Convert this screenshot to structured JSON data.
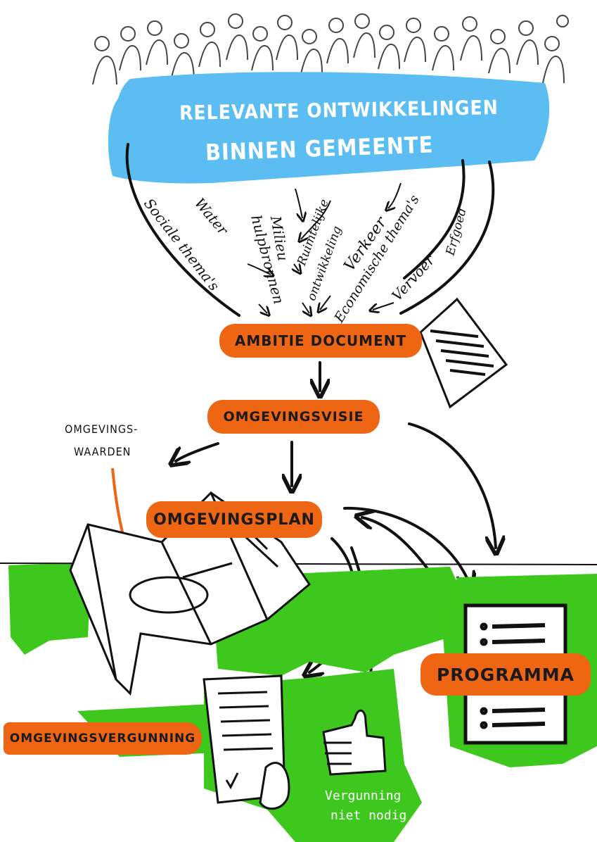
{
  "header": {
    "line1": "RELEVANTE ONTWIKKELINGEN",
    "line2": "BINNEN GEMEENTE"
  },
  "themes": {
    "sociale": "Sociale thema's",
    "water": "Water",
    "hulpbronnen": "hulpbronnen",
    "milieu": "Milieu",
    "ruimtelijke": "Ruimtelijke",
    "ontwikkeling": "ontwikkeling",
    "verkeer": "Verkeer",
    "economische": "Economische thema's",
    "vervoer": "Vervoer",
    "erfgoed": "Erfgoed"
  },
  "steps": {
    "ambitie": "AMBITIE DOCUMENT",
    "visie": "OMGEVINGSVISIE",
    "plan": "OMGEVINGSPLAN",
    "programma": "PROGRAMMA",
    "vergunning": "OMGEVINGSVERGUNNING"
  },
  "annotations": {
    "waarden_line1": "OMGEVINGS-",
    "waarden_line2": "WAARDEN",
    "geen_line1": "Vergunning",
    "geen_line2": "niet nodig"
  },
  "colors": {
    "blue": "#5bbdf2",
    "orange": "#ee6514",
    "green": "#3ec81d"
  }
}
